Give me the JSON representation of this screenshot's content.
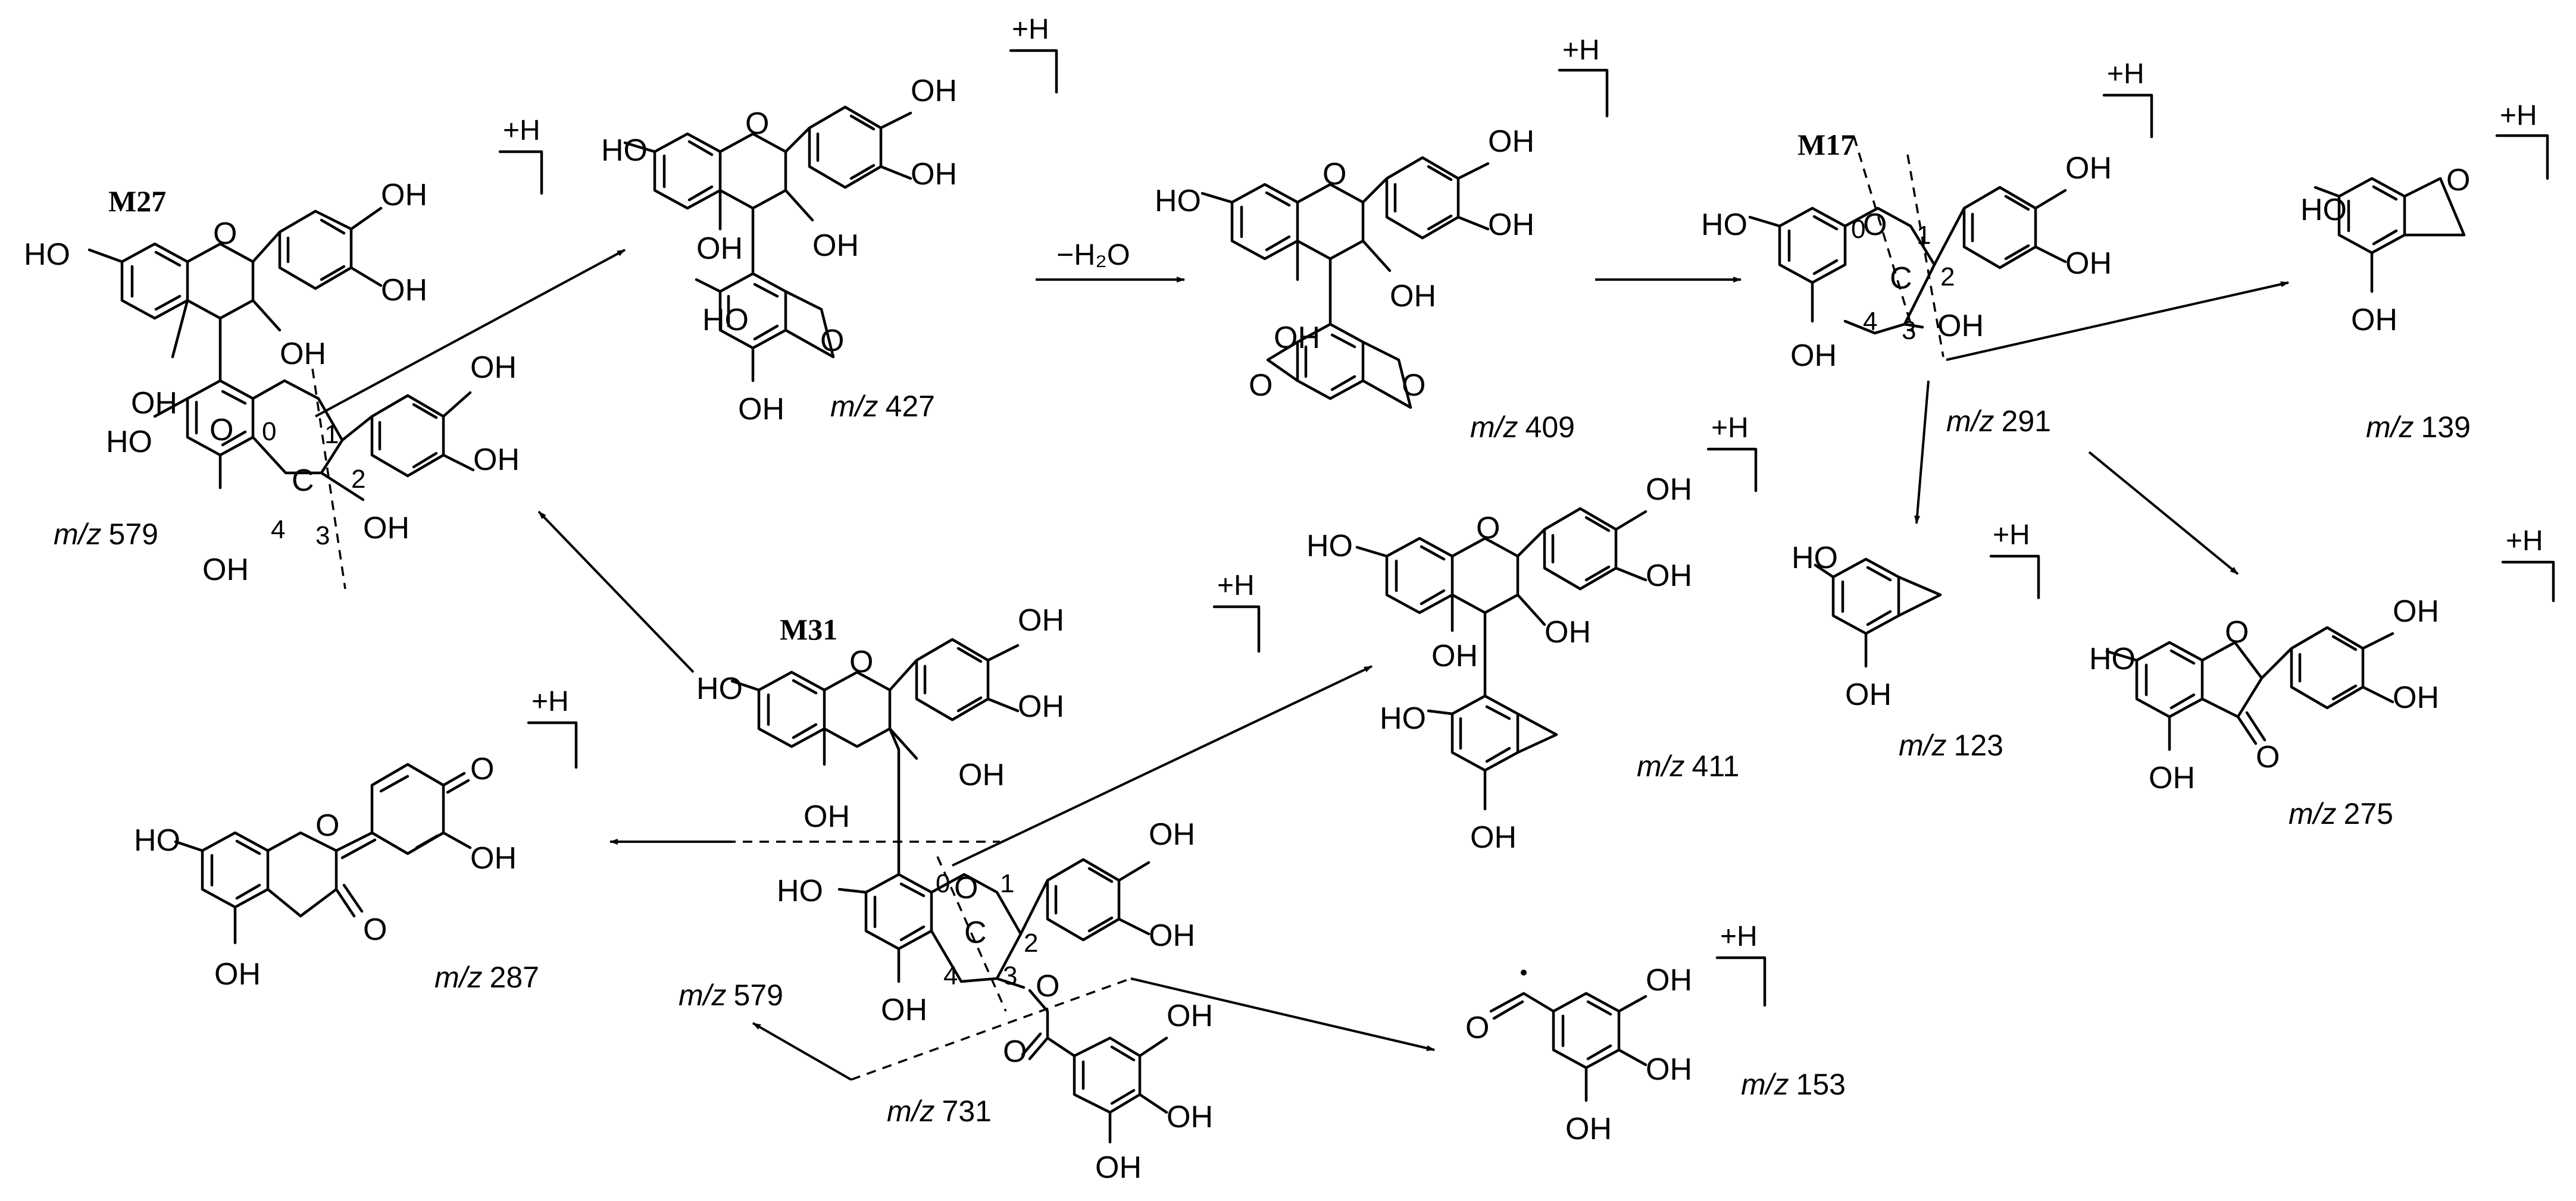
{
  "compounds": {
    "M27": "M27",
    "M31": "M31",
    "M17": "M17"
  },
  "atoms": {
    "OH": "OH",
    "HO": "HO",
    "O": "O"
  },
  "ring": {
    "C": "C",
    "n0": "0",
    "n1": "1",
    "n2": "2",
    "n3": "3",
    "n4": "4"
  },
  "charge": "+H",
  "water_loss": "−H₂O",
  "mz_prefix": "m/z",
  "fragments": {
    "m579_top": "579",
    "m427": "427",
    "m409": "409",
    "m291": "291",
    "m139": "139",
    "m123": "123",
    "m275": "275",
    "m411": "411",
    "m287": "287",
    "m579_bottom": "579",
    "m731": "731",
    "m153": "153"
  }
}
